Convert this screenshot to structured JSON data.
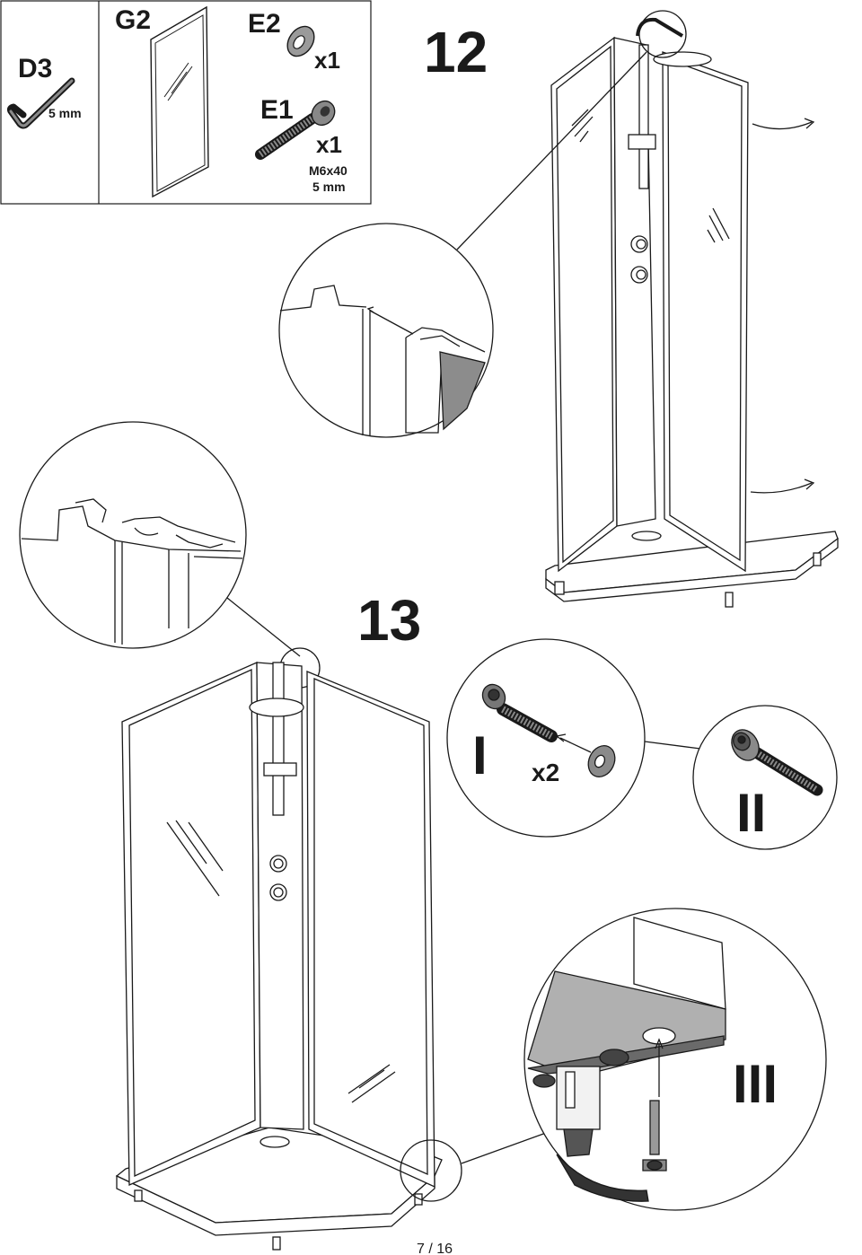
{
  "parts_box": {
    "d3": {
      "code": "D3",
      "size": "5 mm"
    },
    "g2": {
      "code": "G2"
    },
    "e2": {
      "code": "E2",
      "qty": "x1"
    },
    "e1": {
      "code": "E1",
      "qty": "x1",
      "spec": "M6x40",
      "size": "5 mm"
    }
  },
  "steps": {
    "step12": "12",
    "step13": "13"
  },
  "details": {
    "roman_i": "I",
    "qty_i": "x2",
    "roman_ii": "II",
    "roman_iii": "III"
  },
  "footer": {
    "page_number": "7 / 16"
  },
  "icons": [
    "hex-key-icon",
    "glass-panel-icon",
    "washer-icon",
    "bolt-icon",
    "shower-enclosure-illustration",
    "profile-detail-icon",
    "leveling-foot-icon"
  ]
}
